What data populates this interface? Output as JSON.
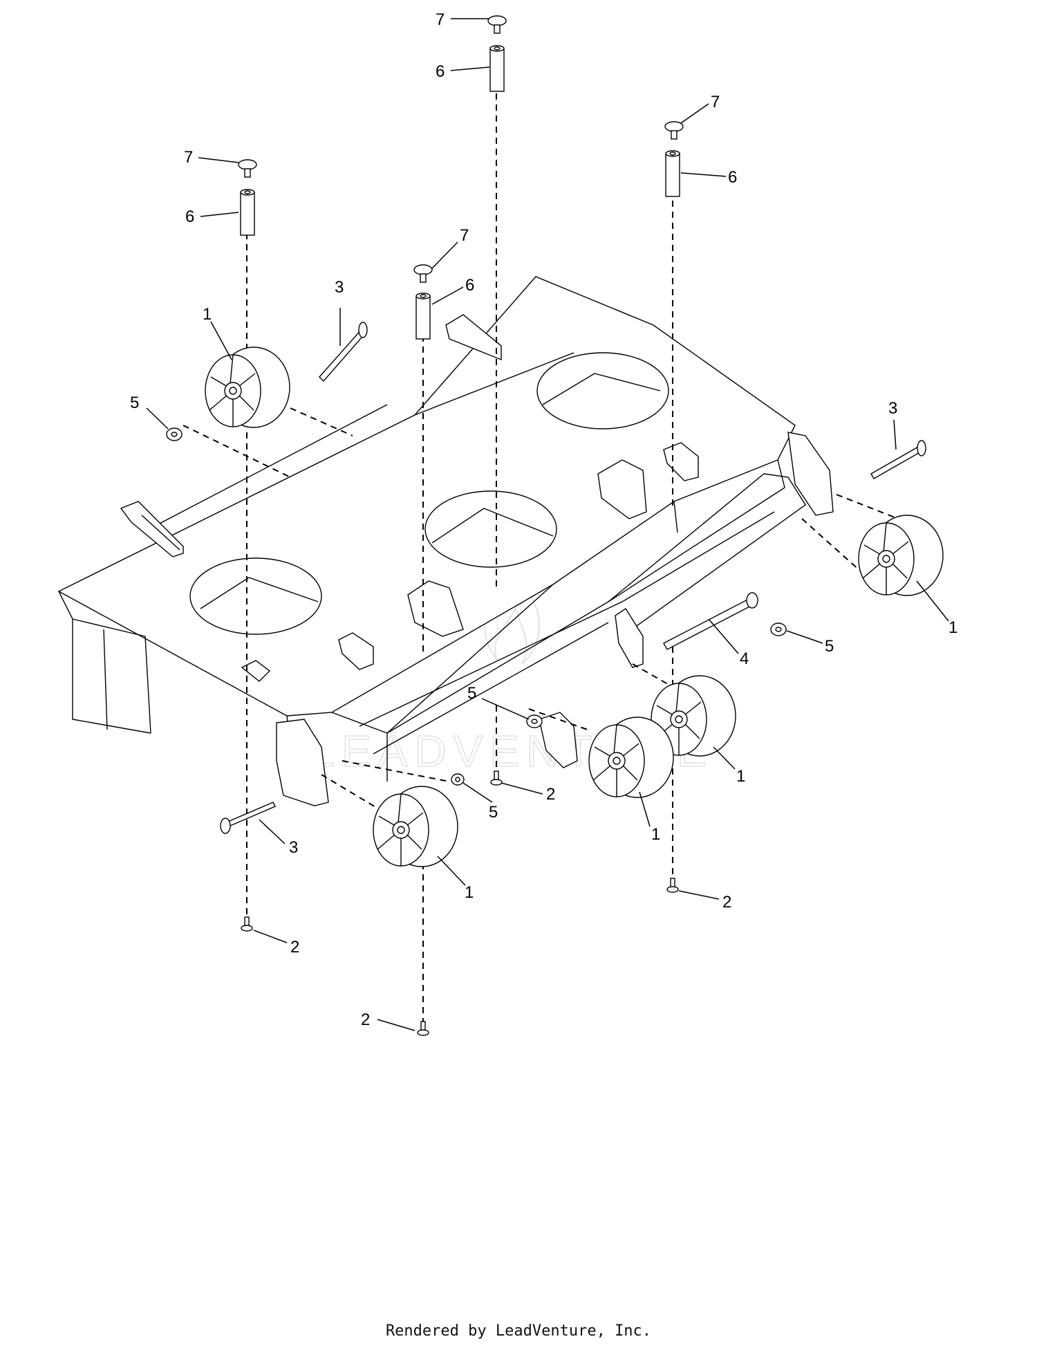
{
  "callouts": [
    {
      "num": "7"
    },
    {
      "num": "6"
    },
    {
      "num": "7"
    },
    {
      "num": "6"
    },
    {
      "num": "7"
    },
    {
      "num": "6"
    },
    {
      "num": "7"
    },
    {
      "num": "6"
    },
    {
      "num": "1"
    },
    {
      "num": "3"
    },
    {
      "num": "5"
    },
    {
      "num": "3"
    },
    {
      "num": "1"
    },
    {
      "num": "5"
    },
    {
      "num": "4"
    },
    {
      "num": "5"
    },
    {
      "num": "5"
    },
    {
      "num": "2"
    },
    {
      "num": "1"
    },
    {
      "num": "1"
    },
    {
      "num": "3"
    },
    {
      "num": "1"
    },
    {
      "num": "2"
    },
    {
      "num": "2"
    },
    {
      "num": "2"
    }
  ],
  "watermark": "LEADVENTURE",
  "footer": "Rendered by LeadVenture, Inc."
}
